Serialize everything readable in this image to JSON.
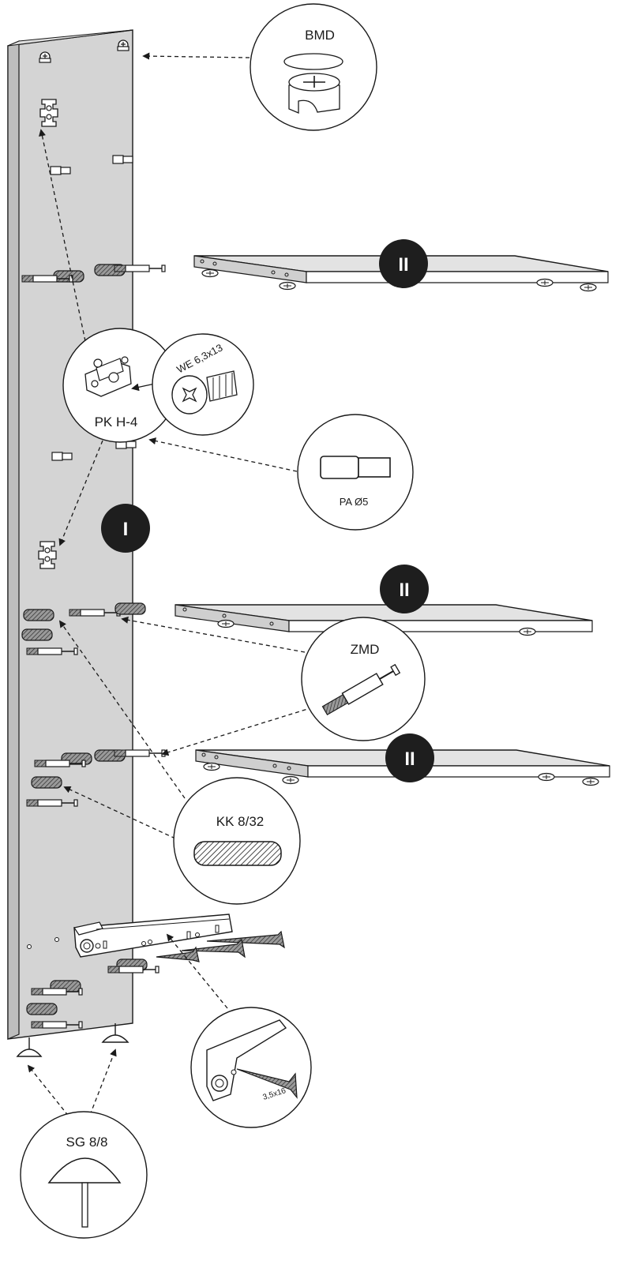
{
  "callouts": {
    "bmd": "BMD",
    "pk": "PK H-4",
    "we": "WE 6,3x13",
    "pa": "PA Ø5",
    "zmd": "ZMD",
    "kk": "KK 8/32",
    "screw": "3,5x16",
    "sg": "SG 8/8"
  },
  "badges": {
    "side_panel": "I",
    "shelf": "II"
  },
  "colors": {
    "panel": "#d4d4d4",
    "panel_edge": "#bdbdbd",
    "shelf_top": "#e3e3e3",
    "shelf_edge": "#cfcfcf",
    "badge": "#1e1e1e",
    "line": "#1a1a1a"
  },
  "icons": [
    "cam-lock-icon",
    "hinge-plate-icon",
    "screw-icon",
    "dowel-icon",
    "shelf-pin-icon",
    "connector-bolt-icon",
    "glide-foot-icon",
    "rail-bracket-icon"
  ]
}
